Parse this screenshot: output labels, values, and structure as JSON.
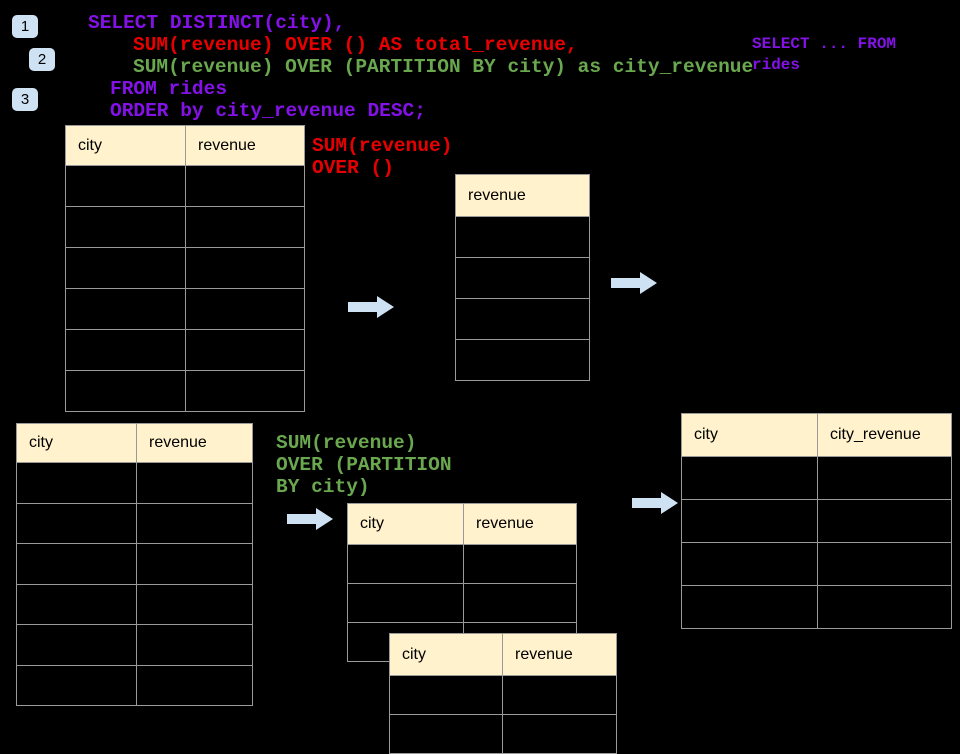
{
  "colors": {
    "background": "#000000",
    "code_purple": "#8412E8",
    "code_red": "#E80000",
    "code_green": "#6AA84F",
    "table_header_fill": "#FFF2CC",
    "table_border": "#999999",
    "arrow_blue": "#CFE2F3",
    "badge_blue": "#CFE2F3"
  },
  "badges": [
    {
      "label": "1"
    },
    {
      "label": "2"
    },
    {
      "label": "3"
    }
  ],
  "sql_code": {
    "lines": [
      {
        "text": "SELECT DISTINCT(city),"
      },
      {
        "text": "SUM(revenue) OVER () AS total_revenue,"
      },
      {
        "text": "SUM(revenue) OVER (PARTITION BY city) as city_revenue"
      },
      {
        "text": "FROM rides"
      },
      {
        "text": "ORDER by city_revenue DESC;"
      }
    ]
  },
  "side_note": {
    "text": "SELECT ... FROM\nrides"
  },
  "annotations": {
    "total_revenue_label": "SUM(revenue)\nOVER ()",
    "partition_label": "SUM(revenue)\nOVER (PARTITION\nBY city)"
  },
  "tables": {
    "source_top": {
      "headers": [
        "city",
        "revenue"
      ],
      "empty_rows": 6
    },
    "total_revenue": {
      "headers": [
        "revenue"
      ],
      "empty_rows": 4
    },
    "source_bottom": {
      "headers": [
        "city",
        "revenue"
      ],
      "empty_rows": 6
    },
    "partition_mid": {
      "headers": [
        "city",
        "revenue"
      ],
      "empty_rows": 3
    },
    "partition_front": {
      "headers": [
        "city",
        "revenue"
      ],
      "empty_rows": 2
    },
    "result_city_revenue": {
      "headers": [
        "city",
        "city_revenue"
      ],
      "empty_rows": 4
    }
  },
  "icons": {
    "arrow": "right-arrow-icon"
  }
}
